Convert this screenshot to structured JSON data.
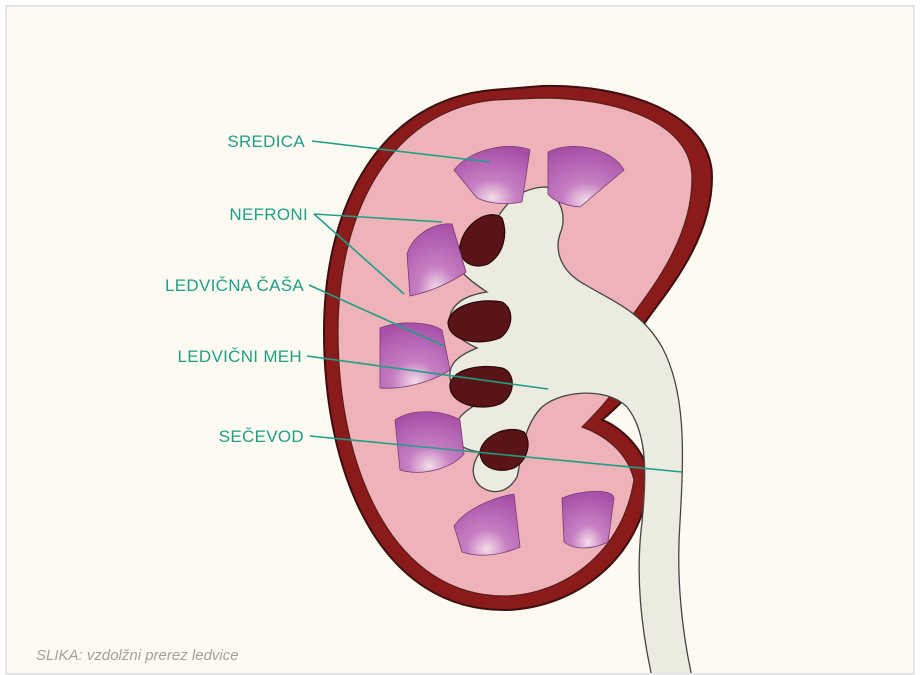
{
  "labels": {
    "sredica": "SREDICA",
    "nefroni": "NEFRONI",
    "ledvicna_casa": "LEDVIČNA ČAŠA",
    "ledvicni_meh": "LEDVIČNI MEH",
    "secevod": "SEČEVOD"
  },
  "caption": "SLIKA: vzdolžni prerez ledvice",
  "colors": {
    "label": "#1f9e87",
    "capsule": "#8b1a1a",
    "cortex": "#eeb3b8",
    "pyramid": "#b85fb6",
    "pelvis": "#ecebe0",
    "calyx_cavity": "#5a1418"
  }
}
